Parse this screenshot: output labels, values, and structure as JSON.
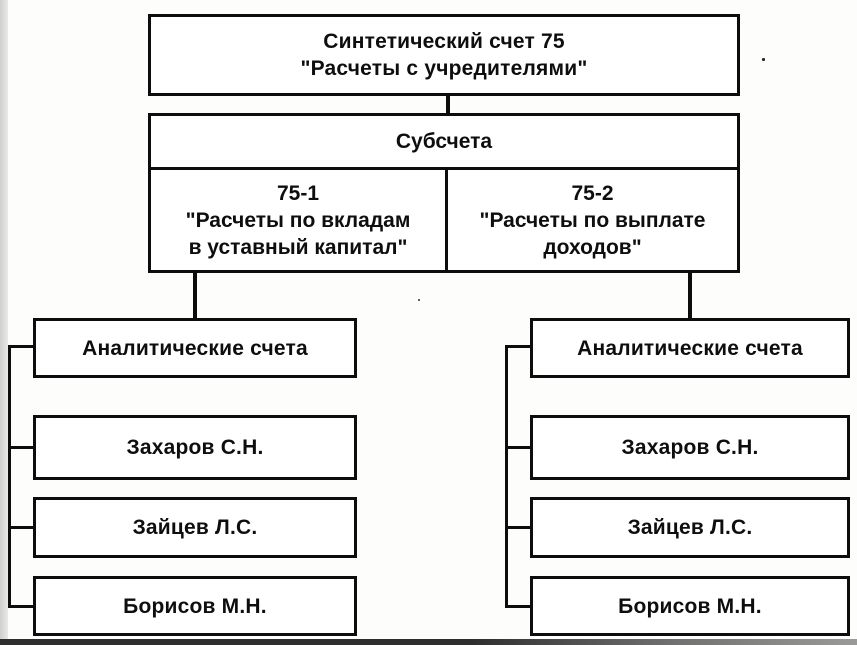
{
  "top_box": {
    "line1": "Синтетический счет 75",
    "line2": "\"Расчеты с учредителями\""
  },
  "subaccounts": {
    "header": "Субсчета",
    "left": {
      "code": "75-1",
      "line2": "\"Расчеты по вкладам",
      "line3": "в уставный капитал\""
    },
    "right": {
      "code": "75-2",
      "line2": "\"Расчеты по выплате",
      "line3": "доходов\""
    }
  },
  "left_column": {
    "header": "Аналитические счета",
    "accounts": [
      "Захаров С.Н.",
      "Зайцев Л.С.",
      "Борисов М.Н."
    ]
  },
  "right_column": {
    "header": "Аналитические счета",
    "accounts": [
      "Захаров С.Н.",
      "Зайцев Л.С.",
      "Борисов М.Н."
    ]
  },
  "colors": {
    "line_color": "#0d0d0d",
    "box_background": "#ffffff",
    "page_background": "#fdfdfc",
    "scan_edge": "#cfcfcd",
    "scan_bottom_band": "#2e2e2e"
  }
}
